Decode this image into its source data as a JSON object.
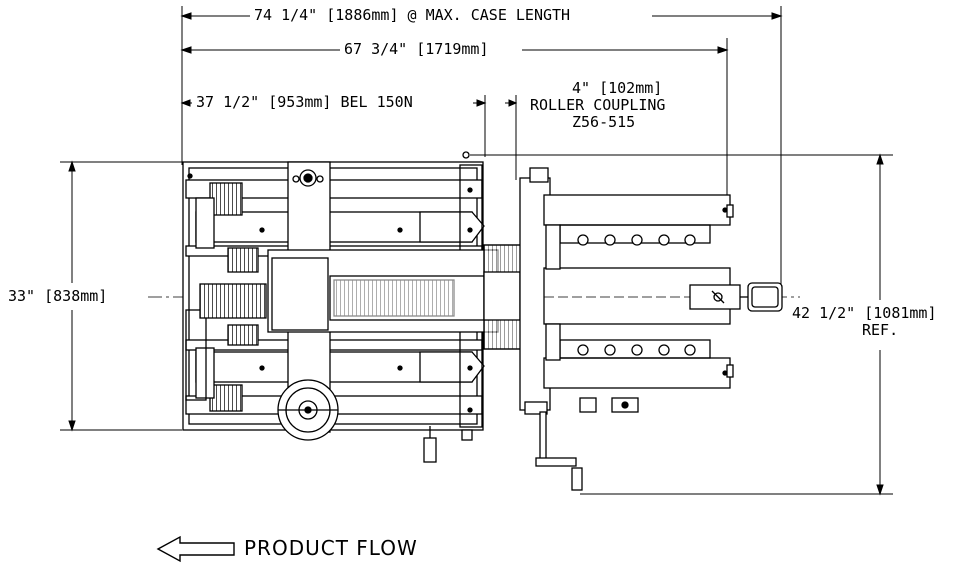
{
  "dimensions": {
    "max_case_length": "74 1/4\" [1886mm] @ MAX. CASE LENGTH",
    "overall_length": "67 3/4\" [1719mm]",
    "bel_length": "37 1/2\" [953mm] BEL 150N",
    "coupling_size": "4\" [102mm]",
    "coupling_name": "ROLLER COUPLING",
    "coupling_part": "Z56-515",
    "left_height": "33\" [838mm]",
    "right_height": "42 1/2\" [1081mm]",
    "right_height_ref": "REF."
  },
  "flow": {
    "label": "PRODUCT FLOW",
    "arrow_icon": "left-arrow-icon"
  }
}
